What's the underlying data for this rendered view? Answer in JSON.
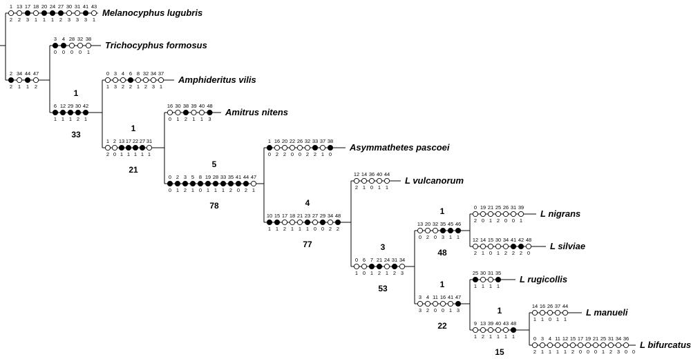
{
  "tree": {
    "nodes": [
      {
        "id": "mel",
        "label": "Melanocyphus lugubris",
        "chars": [
          "1",
          "13",
          "17",
          "18",
          "20",
          "24",
          "27",
          "30",
          "31",
          "41",
          "43"
        ],
        "states": [
          "2",
          "2",
          "3",
          "1",
          "1",
          "1",
          "2",
          "3",
          "3",
          "3",
          "1"
        ],
        "filled": [
          false,
          false,
          true,
          false,
          true,
          true,
          true,
          false,
          false,
          true,
          false
        ],
        "support": ""
      },
      {
        "id": "tri",
        "label": "Trichocyphus formosus",
        "chars": [
          "3",
          "4",
          "28",
          "32",
          "38"
        ],
        "states": [
          "0",
          "0",
          "0",
          "0",
          "1"
        ],
        "filled": [
          true,
          true,
          false,
          false,
          false
        ],
        "support": ""
      },
      {
        "id": "n1",
        "label": "",
        "chars": [
          "2",
          "34",
          "44",
          "47"
        ],
        "states": [
          "2",
          "1",
          "1",
          "2"
        ],
        "filled": [
          true,
          false,
          true,
          false
        ],
        "support": ""
      },
      {
        "id": "amph",
        "label": "Amphideritus vilis",
        "chars": [
          "0",
          "3",
          "4",
          "6",
          "8",
          "32",
          "34",
          "37"
        ],
        "states": [
          "1",
          "3",
          "2",
          "2",
          "1",
          "2",
          "3",
          "1"
        ],
        "filled": [
          false,
          false,
          false,
          true,
          false,
          false,
          false,
          false
        ],
        "support": ""
      },
      {
        "id": "n2",
        "label": "",
        "chars": [
          "6",
          "12",
          "29",
          "30",
          "42"
        ],
        "states": [
          "1",
          "1",
          "1",
          "2",
          "1"
        ],
        "filled": [
          true,
          true,
          true,
          true,
          true
        ],
        "support": "33",
        "support_above": "1"
      },
      {
        "id": "ami",
        "label": "Amitrus nitens",
        "chars": [
          "16",
          "30",
          "38",
          "39",
          "40",
          "48"
        ],
        "states": [
          "0",
          "1",
          "2",
          "1",
          "1",
          "3"
        ],
        "filled": [
          false,
          false,
          true,
          false,
          false,
          true
        ],
        "support": ""
      },
      {
        "id": "n3",
        "label": "",
        "chars": [
          "1",
          "2",
          "13",
          "17",
          "22",
          "27",
          "31"
        ],
        "states": [
          "2",
          "0",
          "1",
          "1",
          "1",
          "1",
          "1"
        ],
        "filled": [
          false,
          false,
          true,
          true,
          true,
          true,
          false
        ],
        "support": "21",
        "support_above": "1"
      },
      {
        "id": "asy",
        "label": "Asymmathetes pascoei",
        "chars": [
          "1",
          "16",
          "20",
          "22",
          "26",
          "32",
          "33",
          "37",
          "38"
        ],
        "states": [
          "0",
          "2",
          "2",
          "0",
          "0",
          "2",
          "2",
          "1",
          "0"
        ],
        "filled": [
          true,
          false,
          false,
          false,
          false,
          false,
          true,
          false,
          true
        ],
        "support": ""
      },
      {
        "id": "n4",
        "label": "",
        "chars": [
          "0",
          "2",
          "3",
          "5",
          "8",
          "19",
          "28",
          "33",
          "35",
          "41",
          "44",
          "47"
        ],
        "states": [
          "0",
          "1",
          "2",
          "1",
          "0",
          "1",
          "1",
          "1",
          "2",
          "0",
          "2",
          "1"
        ],
        "filled": [
          true,
          true,
          true,
          true,
          true,
          true,
          true,
          true,
          true,
          true,
          true,
          false
        ],
        "support": "78",
        "support_above": "5"
      },
      {
        "id": "vul",
        "label": "L vulcanorum",
        "chars": [
          "12",
          "14",
          "36",
          "40",
          "44"
        ],
        "states": [
          "2",
          "1",
          "0",
          "1",
          "1"
        ],
        "filled": [
          false,
          false,
          false,
          false,
          false
        ],
        "support": ""
      },
      {
        "id": "n5",
        "label": "",
        "chars": [
          "10",
          "15",
          "17",
          "18",
          "21",
          "23",
          "27",
          "29",
          "34",
          "48"
        ],
        "states": [
          "1",
          "1",
          "2",
          "1",
          "1",
          "1",
          "0",
          "0",
          "2",
          "2"
        ],
        "filled": [
          true,
          true,
          false,
          false,
          false,
          true,
          false,
          true,
          false,
          true
        ],
        "support": "77",
        "support_above": "4"
      },
      {
        "id": "nig",
        "label": "L nigrans",
        "chars": [
          "0",
          "19",
          "21",
          "25",
          "26",
          "31",
          "39"
        ],
        "states": [
          "2",
          "0",
          "1",
          "2",
          "0",
          "0",
          "1"
        ],
        "filled": [
          false,
          false,
          false,
          false,
          false,
          false,
          false
        ],
        "support": ""
      },
      {
        "id": "sil",
        "label": "L silviae",
        "chars": [
          "12",
          "14",
          "15",
          "30",
          "34",
          "41",
          "42",
          "48"
        ],
        "states": [
          "2",
          "1",
          "0",
          "1",
          "2",
          "2",
          "2",
          "0"
        ],
        "filled": [
          false,
          false,
          false,
          false,
          false,
          true,
          true,
          false
        ],
        "support": ""
      },
      {
        "id": "n6",
        "label": "",
        "chars": [
          "13",
          "20",
          "32",
          "35",
          "45",
          "46"
        ],
        "states": [
          "0",
          "2",
          "0",
          "3",
          "1",
          "1"
        ],
        "filled": [
          false,
          false,
          false,
          true,
          true,
          true
        ],
        "support": "48",
        "support_above": "1"
      },
      {
        "id": "rug",
        "label": "L rugicollis",
        "chars": [
          "25",
          "30",
          "31",
          "35"
        ],
        "states": [
          "1",
          "1",
          "1",
          "1"
        ],
        "filled": [
          true,
          false,
          false,
          true
        ],
        "support": ""
      },
      {
        "id": "man",
        "label": "L manueli",
        "chars": [
          "14",
          "16",
          "26",
          "37",
          "44"
        ],
        "states": [
          "1",
          "1",
          "0",
          "1",
          "1"
        ],
        "filled": [
          false,
          false,
          false,
          false,
          false
        ],
        "support": ""
      },
      {
        "id": "bif",
        "label": "L bifurcatus",
        "chars": [
          "0",
          "3",
          "4",
          "11",
          "12",
          "15",
          "17",
          "19",
          "21",
          "25",
          "31",
          "34",
          "36"
        ],
        "states": [
          "2",
          "1",
          "1",
          "1",
          "1",
          "2",
          "0",
          "0",
          "0",
          "1",
          "2",
          "3",
          "0",
          "0"
        ],
        "filled": [
          false,
          false,
          false,
          false,
          false,
          false,
          false,
          false,
          false,
          false,
          false,
          false,
          false
        ],
        "support": ""
      },
      {
        "id": "n9",
        "label": "",
        "chars": [
          "9",
          "13",
          "39",
          "40",
          "43",
          "48"
        ],
        "states": [
          "1",
          "2",
          "1",
          "1",
          "1",
          "1"
        ],
        "filled": [
          false,
          false,
          false,
          false,
          false,
          true
        ],
        "support": "15",
        "support_above": "1"
      },
      {
        "id": "n8",
        "label": "",
        "chars": [
          "3",
          "4",
          "11",
          "16",
          "41",
          "47"
        ],
        "states": [
          "3",
          "2",
          "0",
          "0",
          "1",
          "3"
        ],
        "filled": [
          false,
          false,
          false,
          false,
          false,
          true
        ],
        "support": "22",
        "support_above": "1"
      },
      {
        "id": "n7",
        "label": "",
        "chars": [
          "0",
          "6",
          "7",
          "21",
          "24",
          "31",
          "34"
        ],
        "states": [
          "1",
          "0",
          "1",
          "2",
          "1",
          "2",
          "3"
        ],
        "filled": [
          false,
          false,
          true,
          true,
          false,
          true,
          false
        ],
        "support": "53",
        "support_above": "3"
      }
    ]
  }
}
